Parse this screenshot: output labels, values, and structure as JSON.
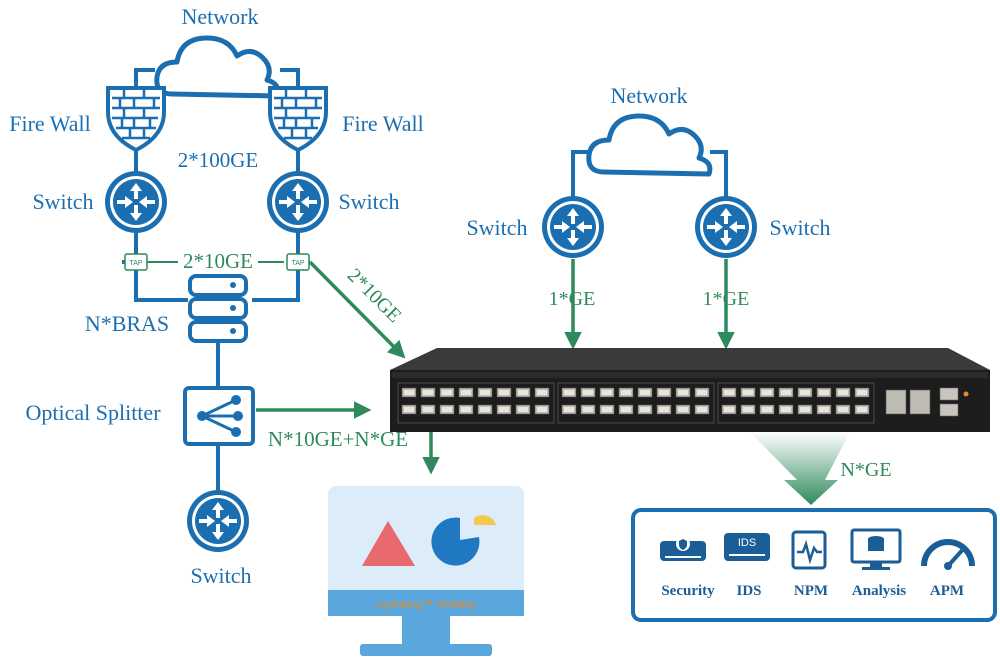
{
  "left": {
    "network": "Network",
    "firewall_left": "Fire Wall",
    "firewall_right": "Fire Wall",
    "link_100ge": "2*100GE",
    "switch_left": "Switch",
    "switch_right": "Switch",
    "link_10ge": "2*10GE",
    "tap_left": "TAP",
    "tap_right": "TAP",
    "bras": "N*BRAS",
    "splitter": "Optical Splitter",
    "switch_bottom": "Switch",
    "link_diag": "2*10GE",
    "link_splitter": "N*10GE+N*GE"
  },
  "right": {
    "network": "Network",
    "switch_left": "Switch",
    "switch_right": "Switch",
    "link_left": "1*GE",
    "link_right": "1*GE",
    "output": "N*GE"
  },
  "monitor": {
    "brand": "mylinking™ Visibility"
  },
  "tools": [
    {
      "label": "Security",
      "icon": "security-appliance-icon"
    },
    {
      "label": "IDS",
      "icon": "ids-appliance-icon"
    },
    {
      "label": "NPM",
      "icon": "npm-icon"
    },
    {
      "label": "Analysis",
      "icon": "analysis-icon"
    },
    {
      "label": "APM",
      "icon": "apm-gauge-icon"
    }
  ],
  "colors": {
    "blue": "#1b6fb0",
    "green": "#2e8a5c",
    "monitor_blue": "#5aa7de",
    "monitor_screen": "#dcecf8",
    "triangle": "#e86a6f",
    "pie": "#1f78c1",
    "pie_slice": "#f2c94c"
  }
}
